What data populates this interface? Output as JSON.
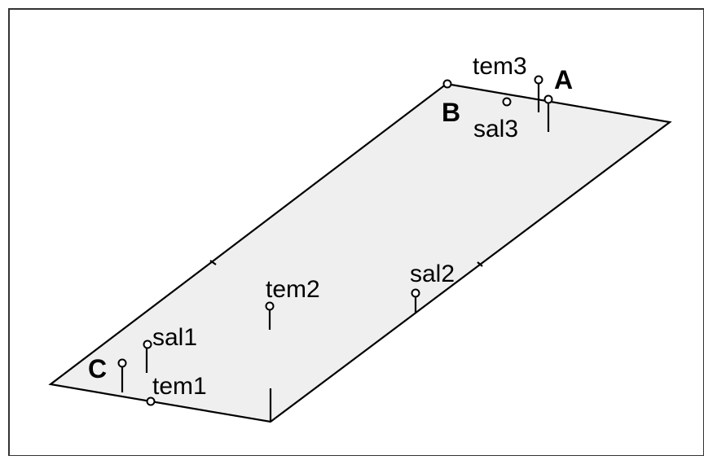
{
  "diagram": {
    "colors": {
      "plane_fill": "#efefef",
      "stroke": "#000000",
      "background": "#ffffff",
      "frame": "#333333"
    },
    "corner_labels": {
      "a": "A",
      "b": "B",
      "c": "C"
    },
    "sensor_labels": {
      "tem1": "tem1",
      "tem2": "tem2",
      "tem3": "tem3",
      "sal1": "sal1",
      "sal2": "sal2",
      "sal3": "sal3"
    }
  }
}
